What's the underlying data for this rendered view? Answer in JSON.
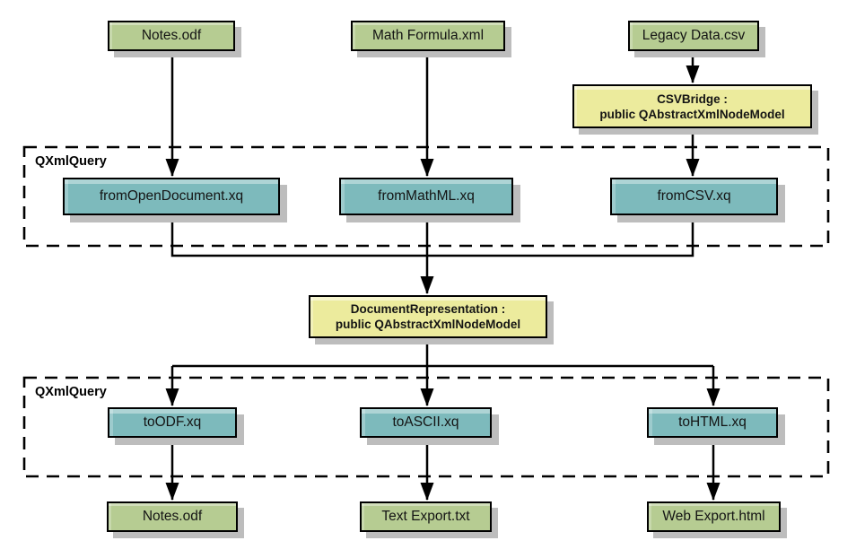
{
  "diagram": {
    "title_implicit": "QXmlQuery data flow diagram",
    "colors": {
      "canvas_bg": "#ffffff",
      "file_box": "#b6cc92",
      "query_box": "#7dbabc",
      "model_box": "#eceb9d",
      "shadow": "#bdbdbd",
      "line": "#000000"
    },
    "groups": {
      "input_queries": {
        "label": "QXmlQuery"
      },
      "output_queries": {
        "label": "QXmlQuery"
      }
    },
    "nodes": {
      "notes_top": {
        "label": "Notes.odf",
        "type": "file"
      },
      "math_formula": {
        "label": "Math Formula.xml",
        "type": "file"
      },
      "legacy_data": {
        "label": "Legacy Data.csv",
        "type": "file"
      },
      "csv_bridge": {
        "line1": "CSVBridge :",
        "line2": "public QAbstractXmlNodeModel",
        "type": "model"
      },
      "from_open_document": {
        "label": "fromOpenDocument.xq",
        "type": "query"
      },
      "from_mathml": {
        "label": "fromMathML.xq",
        "type": "query"
      },
      "from_csv": {
        "label": "fromCSV.xq",
        "type": "query"
      },
      "document_representation": {
        "line1": "DocumentRepresentation :",
        "line2": "public QAbstractXmlNodeModel",
        "type": "model"
      },
      "to_odf": {
        "label": "toODF.xq",
        "type": "query"
      },
      "to_ascii": {
        "label": "toASCII.xq",
        "type": "query"
      },
      "to_html": {
        "label": "toHTML.xq",
        "type": "query"
      },
      "notes_bottom": {
        "label": "Notes.odf",
        "type": "file"
      },
      "text_export": {
        "label": "Text Export.txt",
        "type": "file"
      },
      "web_export": {
        "label": "Web Export.html",
        "type": "file"
      }
    },
    "edges": [
      "notes_top -> from_open_document",
      "math_formula -> from_mathml",
      "legacy_data -> csv_bridge",
      "csv_bridge -> from_csv",
      "from_open_document + from_mathml + from_csv -> document_representation",
      "document_representation -> to_odf + to_ascii + to_html",
      "to_odf -> notes_bottom",
      "to_ascii -> text_export",
      "to_html -> web_export"
    ]
  }
}
